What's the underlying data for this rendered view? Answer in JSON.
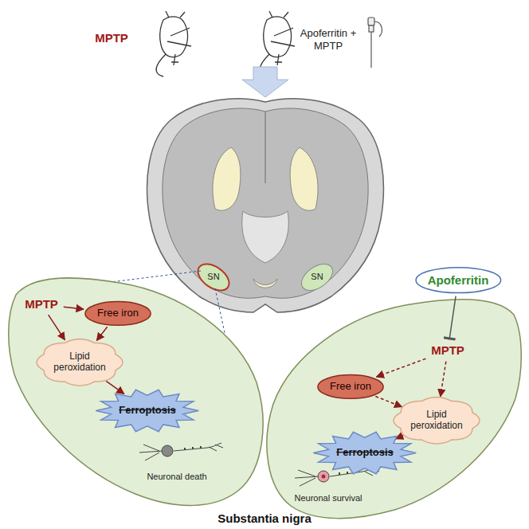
{
  "diagram": {
    "nodes": [
      {
        "text": [
          "MPTP"
        ]
      },
      {
        "text": [
          "Free iron"
        ]
      },
      {
        "text": [
          "Lipid peroxidation"
        ]
      },
      {
        "text": [
          "Ferroptosis"
        ]
      },
      {
        "text": [
          "Neuronal death"
        ]
      },
      {
        "text": [
          "Apoferritin"
        ]
      },
      {
        "text": [
          "MPTP"
        ]
      },
      {
        "text": [
          "Free iron"
        ]
      },
      {
        "text": [
          "Lipid peroxidation"
        ]
      },
      {
        "text": [
          "Ferroptosis"
        ]
      },
      {
        "text": [
          "Neuronal survival"
        ]
      }
    ],
    "edges": [
      {
        "from": 0,
        "to": 1,
        "arrow": "to"
      },
      {
        "from": 0,
        "to": 2,
        "arrow": "to"
      },
      {
        "from": 1,
        "to": 2,
        "arrow": "to"
      },
      {
        "from": 2,
        "to": 3,
        "arrow": "to"
      },
      {
        "from": 5,
        "to": 6,
        "arrow": "to"
      },
      {
        "from": 6,
        "to": 7,
        "arrow": "to"
      },
      {
        "from": 6,
        "to": 8,
        "arrow": "to"
      },
      {
        "from": 7,
        "to": 8,
        "arrow": "to"
      },
      {
        "from": 8,
        "to": 9,
        "arrow": "to"
      }
    ],
    "labels": [
      "MPTP",
      "Apoferritin + MPTP",
      "SN",
      "SN",
      "Substantia nigra"
    ]
  }
}
